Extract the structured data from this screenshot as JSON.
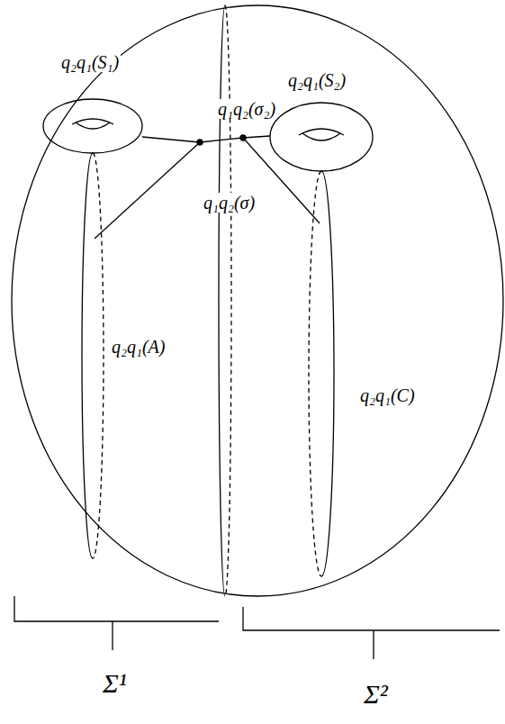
{
  "diagram": {
    "labels": [
      "q₂q₁(S₁)",
      "q₁q₂(σ₂)",
      "q₂q₁(S₂)",
      "q₁q₂(σ)",
      "q₂q₁(A)",
      "q₂q₁(C)",
      "Σ¹",
      "Σ²"
    ]
  }
}
